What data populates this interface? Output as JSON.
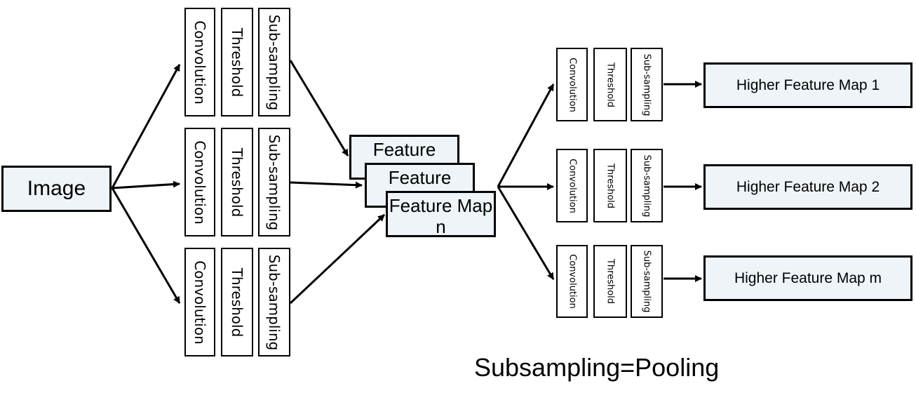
{
  "image_node": {
    "label": "Image"
  },
  "first_stage": [
    {
      "convolution": "Convolution",
      "threshold": "Threshold",
      "subsampling": "Sub-sampling"
    },
    {
      "convolution": "Convolution",
      "threshold": "Threshold",
      "subsampling": "Sub-sampling"
    },
    {
      "convolution": "Convolution",
      "threshold": "Threshold",
      "subsampling": "Sub-sampling"
    }
  ],
  "feature_maps": [
    {
      "label": "Feature"
    },
    {
      "label": "Feature"
    },
    {
      "label": "Feature Map n"
    }
  ],
  "second_stage": [
    {
      "convolution": "Convolution",
      "threshold": "Threshold",
      "subsampling": "Sub-sampling"
    },
    {
      "convolution": "Convolution",
      "threshold": "Threshold",
      "subsampling": "Sub-sampling"
    },
    {
      "convolution": "Convolution",
      "threshold": "Threshold",
      "subsampling": "Sub-sampling"
    }
  ],
  "higher_feature_maps": [
    {
      "label": "Higher Feature Map 1"
    },
    {
      "label": "Higher Feature Map 2"
    },
    {
      "label": "Higher Feature Map m"
    }
  ],
  "caption": "Subsampling=Pooling"
}
